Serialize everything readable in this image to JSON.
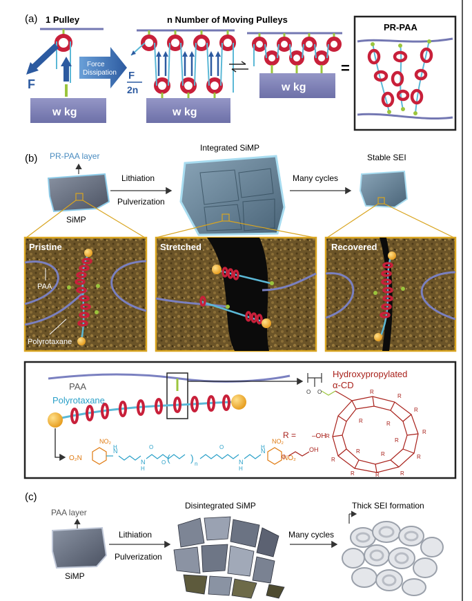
{
  "panel_a": {
    "label": "(a)",
    "one_pulley": "1 Pulley",
    "n_pulleys": "n Number of Moving Pulleys",
    "force": "F",
    "force_dissipation_1": "Force",
    "force_dissipation_2": "Dissipation",
    "force_frac_num": "F",
    "force_frac_den": "2n",
    "weight": "w kg",
    "equals": "=",
    "pr_paa": "PR-PAA"
  },
  "panel_b": {
    "label": "(b)",
    "pr_paa_layer": "PR-PAA layer",
    "simp": "SiMP",
    "lithiation": "Lithiation",
    "pulverization": "Pulverization",
    "integrated": "Integrated SiMP",
    "many_cycles": "Many cycles",
    "stable_sei": "Stable SEI",
    "pristine": "Pristine",
    "stretched": "Stretched",
    "recovered": "Recovered",
    "paa": "PAA",
    "polyrotaxane": "Polyrotaxane"
  },
  "panel_chem": {
    "paa": "PAA",
    "polyrotaxane": "Polyrotaxane",
    "hydroxypropylated": "Hydroxypropylated",
    "alpha_cd": "α-CD",
    "r_equals": "R =",
    "oh": "–OH",
    "oh2": "OH",
    "r": "R",
    "o": "O",
    "n": "n",
    "no2": "NO₂",
    "o2n": "O₂N",
    "nh": "N",
    "h": "H"
  },
  "panel_c": {
    "label": "(c)",
    "paa_layer": "PAA layer",
    "simp": "SiMP",
    "lithiation": "Lithiation",
    "pulverization": "Pulverization",
    "disintegrated": "Disintegrated SiMP",
    "many_cycles": "Many cycles",
    "thick_sei": "Thick SEI formation"
  },
  "colors": {
    "ring": "#c8203a",
    "axle": "#5bb8d6",
    "blue_arrow": "#2c5aa0",
    "weight_box": "#7f82b8",
    "stopper": "#f0b030",
    "link": "#9bc53d",
    "soil_frame": "#d9a520",
    "chem_red": "#a8201a",
    "chem_orange": "#e07a10",
    "chem_blue": "#2aa0c8"
  }
}
